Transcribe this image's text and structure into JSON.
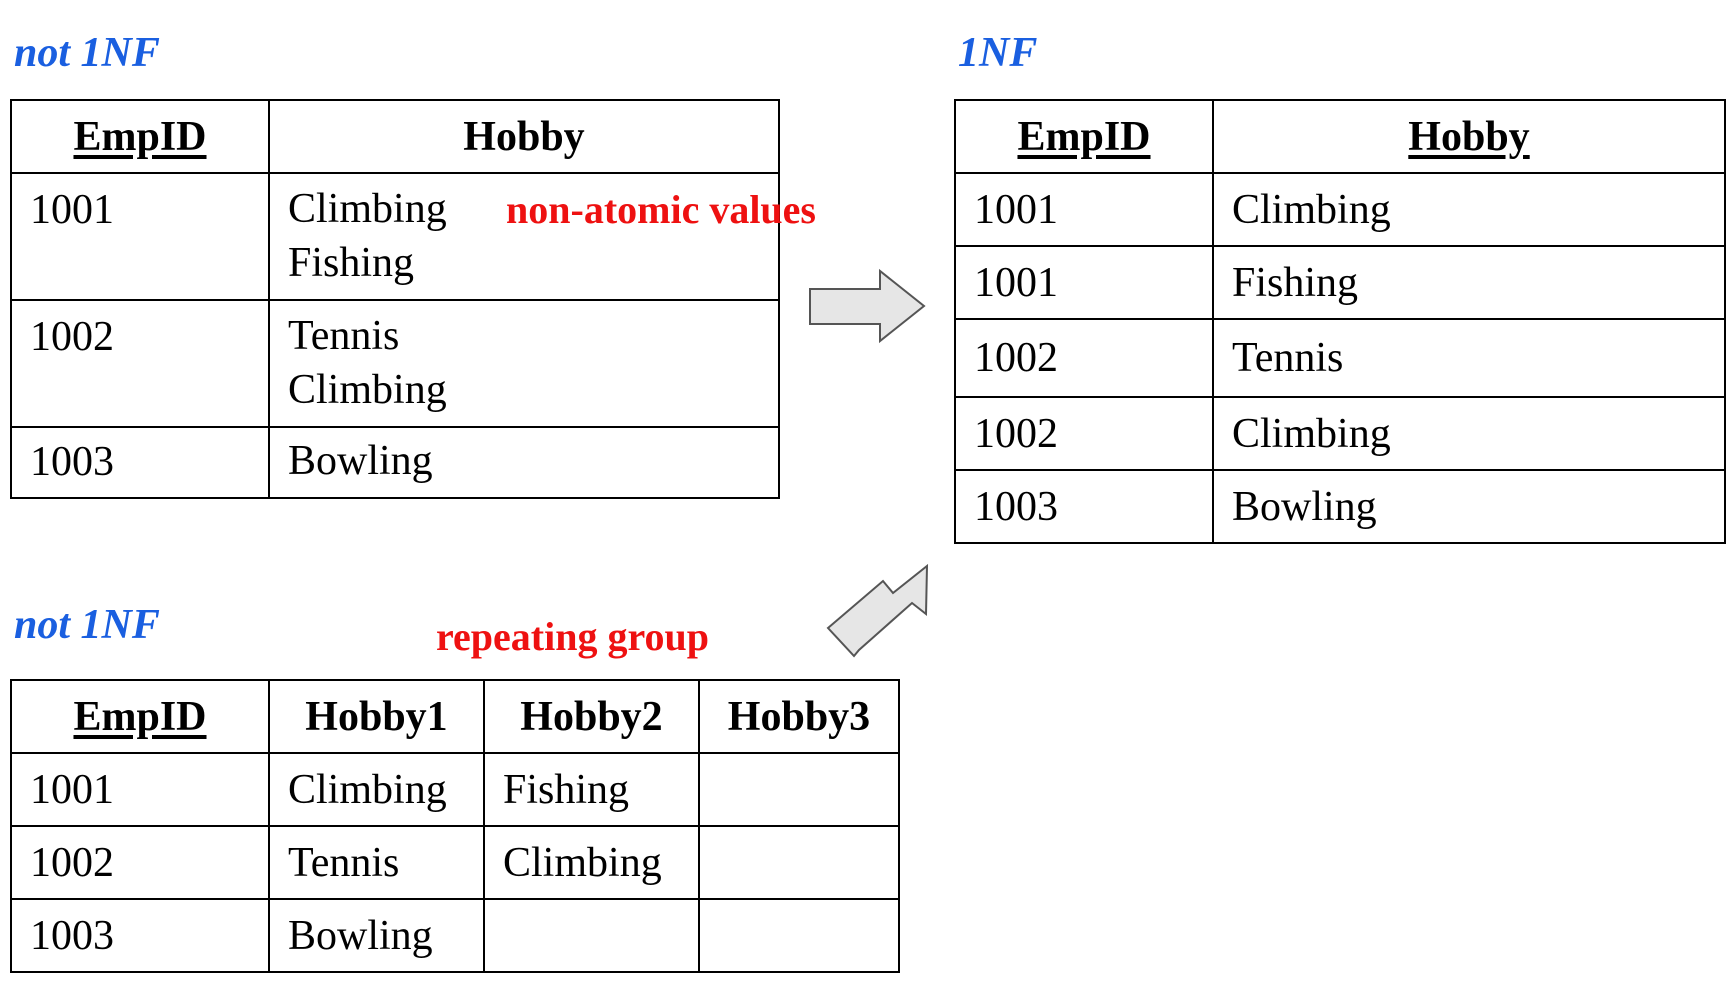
{
  "labels": {
    "top_left": "not 1NF",
    "bottom_left": "not 1NF",
    "right": "1NF",
    "non_atomic": "non-atomic values",
    "repeating": "repeating group"
  },
  "table_nonatomic": {
    "headers": [
      "EmpID",
      "Hobby"
    ],
    "rows": [
      {
        "empid": "1001",
        "hobbies": [
          "Climbing",
          "Fishing"
        ]
      },
      {
        "empid": "1002",
        "hobbies": [
          "Tennis",
          "Climbing"
        ]
      },
      {
        "empid": "1003",
        "hobbies": [
          "Bowling"
        ]
      }
    ]
  },
  "table_repeating": {
    "headers": [
      "EmpID",
      "Hobby1",
      "Hobby2",
      "Hobby3"
    ],
    "rows": [
      [
        "1001",
        "Climbing",
        "Fishing",
        ""
      ],
      [
        "1002",
        "Tennis",
        "Climbing",
        ""
      ],
      [
        "1003",
        "Bowling",
        "",
        ""
      ]
    ]
  },
  "table_1nf": {
    "headers": [
      "EmpID",
      "Hobby"
    ],
    "rows": [
      [
        "1001",
        "Climbing"
      ],
      [
        "1001",
        "Fishing"
      ],
      [
        "1002",
        "Tennis"
      ],
      [
        "1002",
        "Climbing"
      ],
      [
        "1003",
        "Bowling"
      ]
    ]
  },
  "colors": {
    "label_blue": "#1a5fe0",
    "label_red": "#ee1111",
    "arrow_fill": "#e6e6e6"
  }
}
